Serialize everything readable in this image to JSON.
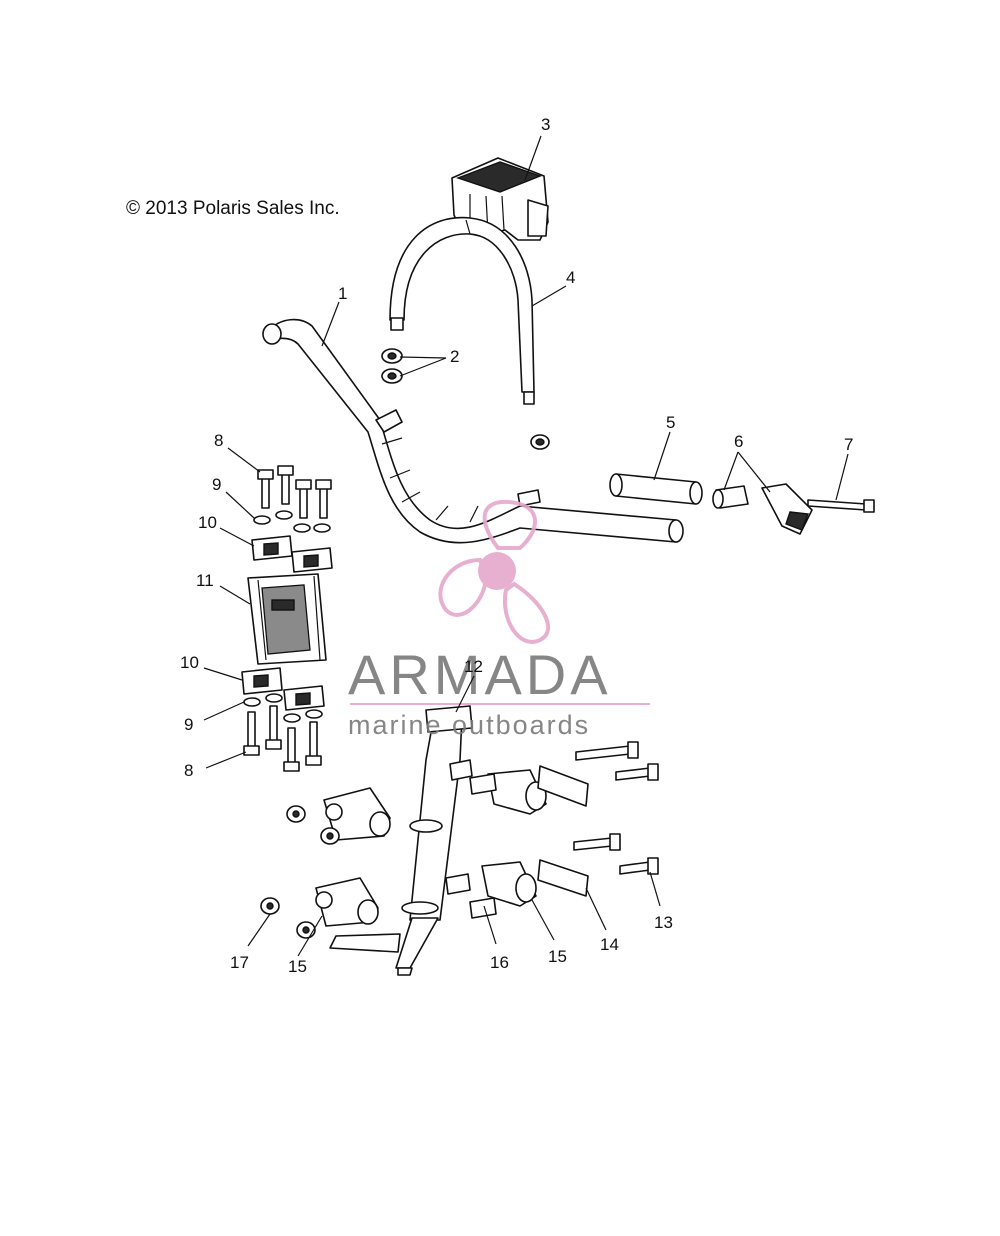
{
  "copyright": "© 2013 Polaris Sales Inc.",
  "watermark": {
    "brand": "ARMADA",
    "tagline": "marine outboards",
    "logo_icon": "propeller-icon",
    "color_pink": "#e6a8cc",
    "color_grey": "#7a7a7a"
  },
  "callouts": [
    "1",
    "2",
    "3",
    "4",
    "5",
    "6",
    "7",
    "8",
    "9",
    "10",
    "11",
    "10",
    "9",
    "8",
    "12",
    "13",
    "14",
    "15",
    "16",
    "15",
    "17"
  ]
}
